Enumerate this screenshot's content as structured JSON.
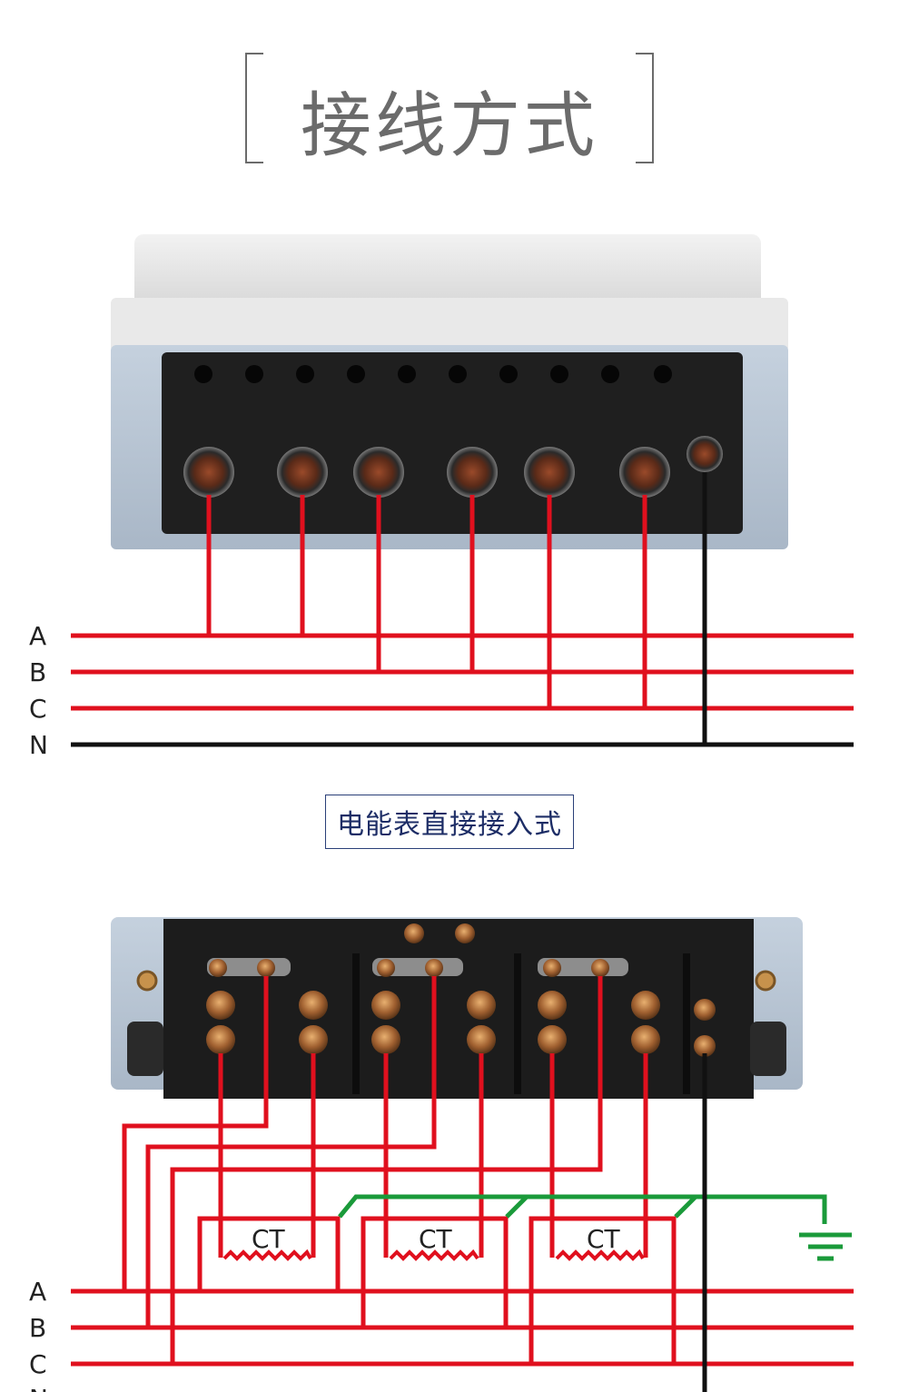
{
  "title": "接线方式",
  "caption_top": "电能表直接接入式",
  "phases_top": [
    "A",
    "B",
    "C",
    "N"
  ],
  "phases_bottom": [
    "A",
    "B",
    "C",
    "N"
  ],
  "ct_labels": [
    "CT",
    "CT",
    "CT"
  ],
  "colors": {
    "live": "#e0101e",
    "neutral": "#111111",
    "ground": "#1a9a3a",
    "meter_body": "#b9c6d6",
    "meter_cover": "#e6e6e6",
    "terminal_block": "#1c1c1c"
  }
}
